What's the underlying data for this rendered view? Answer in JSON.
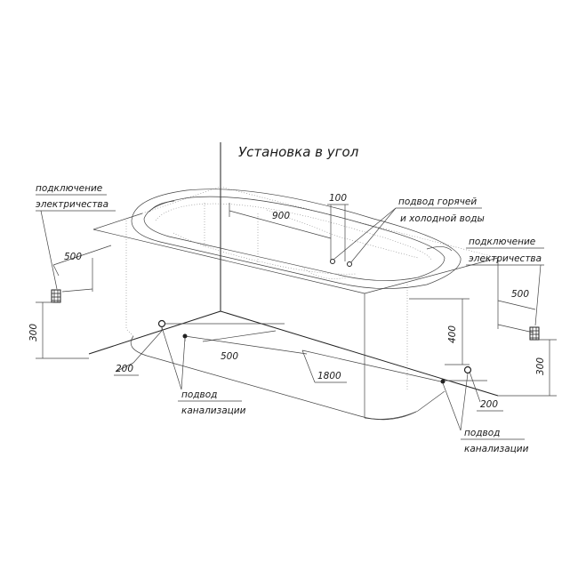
{
  "title": "Установка в угол",
  "labels": {
    "electric_left_1": "подключение",
    "electric_left_2": "электричества",
    "electric_right_1": "подключение",
    "electric_right_2": "электричества",
    "water_1": "подвод горячей",
    "water_2": "и холодной воды",
    "drain_left_1": "подвод",
    "drain_left_2": "канализации",
    "drain_right_1": "подвод",
    "drain_right_2": "канализации"
  },
  "dimensions": {
    "d100": "100",
    "d900": "900",
    "d500_left": "500",
    "d300_left": "300",
    "d500_bottom": "500",
    "d200_left": "200",
    "d1800": "1800",
    "d400": "400",
    "d500_right": "500",
    "d300_right": "300",
    "d200_right": "200"
  }
}
